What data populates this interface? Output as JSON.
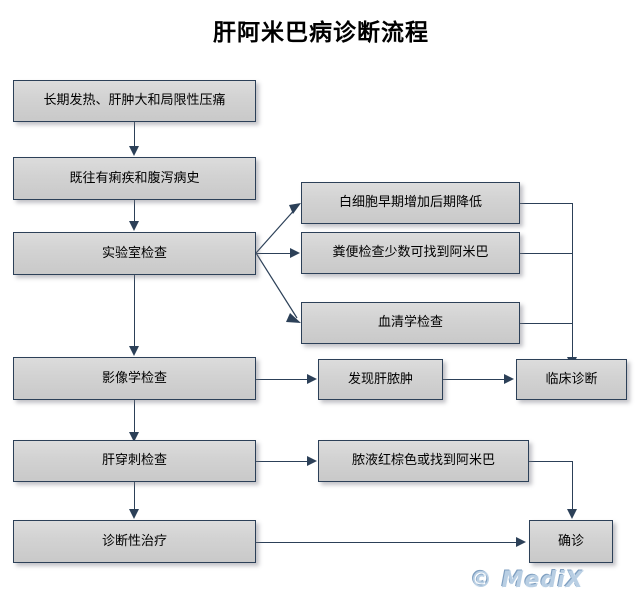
{
  "page": {
    "title": "肝阿米巴病诊断流程",
    "watermark": "© MediX",
    "colors": {
      "box_border": "#2c4058",
      "box_fill_top": "#dcdcdc",
      "box_fill_bottom": "#c9c9c9",
      "connector": "#2c4058",
      "background": "#ffffff",
      "watermark": "#b9cfe4"
    }
  },
  "nodes": {
    "symptoms": "长期发热、肝肿大和局限性压痛",
    "history": "既往有痢疾和腹泻病史",
    "lab_exam": "实验室检查",
    "wbc": "白细胞早期增加后期降低",
    "stool": "粪便检查少数可找到阿米巴",
    "serology": "血清学检查",
    "imaging": "影像学检查",
    "abscess_found": "发现肝脓肿",
    "clinical_diagnosis": "临床诊断",
    "liver_puncture": "肝穿刺检查",
    "pus_finding": "脓液红棕色或找到阿米巴",
    "trial_therapy": "诊断性治疗",
    "confirmed": "确诊"
  },
  "edges": [
    {
      "from": "symptoms",
      "to": "history",
      "type": "vertical-arrow"
    },
    {
      "from": "history",
      "to": "lab_exam",
      "type": "vertical-arrow"
    },
    {
      "from": "lab_exam",
      "to": "wbc",
      "type": "diagonal-arrow"
    },
    {
      "from": "lab_exam",
      "to": "stool",
      "type": "horizontal-arrow"
    },
    {
      "from": "lab_exam",
      "to": "serology",
      "type": "diagonal-arrow"
    },
    {
      "from": "lab_exam",
      "to": "imaging",
      "type": "vertical-arrow"
    },
    {
      "from": "wbc",
      "to": "clinical_diagnosis",
      "type": "bus-arrow"
    },
    {
      "from": "stool",
      "to": "clinical_diagnosis",
      "type": "bus-arrow"
    },
    {
      "from": "serology",
      "to": "clinical_diagnosis",
      "type": "bus-arrow"
    },
    {
      "from": "imaging",
      "to": "abscess_found",
      "type": "horizontal-arrow"
    },
    {
      "from": "abscess_found",
      "to": "clinical_diagnosis",
      "type": "horizontal-arrow"
    },
    {
      "from": "imaging",
      "to": "liver_puncture",
      "type": "vertical-arrow"
    },
    {
      "from": "liver_puncture",
      "to": "pus_finding",
      "type": "horizontal-arrow"
    },
    {
      "from": "liver_puncture",
      "to": "trial_therapy",
      "type": "vertical-arrow"
    },
    {
      "from": "pus_finding",
      "to": "confirmed",
      "type": "elbow-arrow"
    },
    {
      "from": "trial_therapy",
      "to": "confirmed",
      "type": "horizontal-arrow"
    }
  ]
}
